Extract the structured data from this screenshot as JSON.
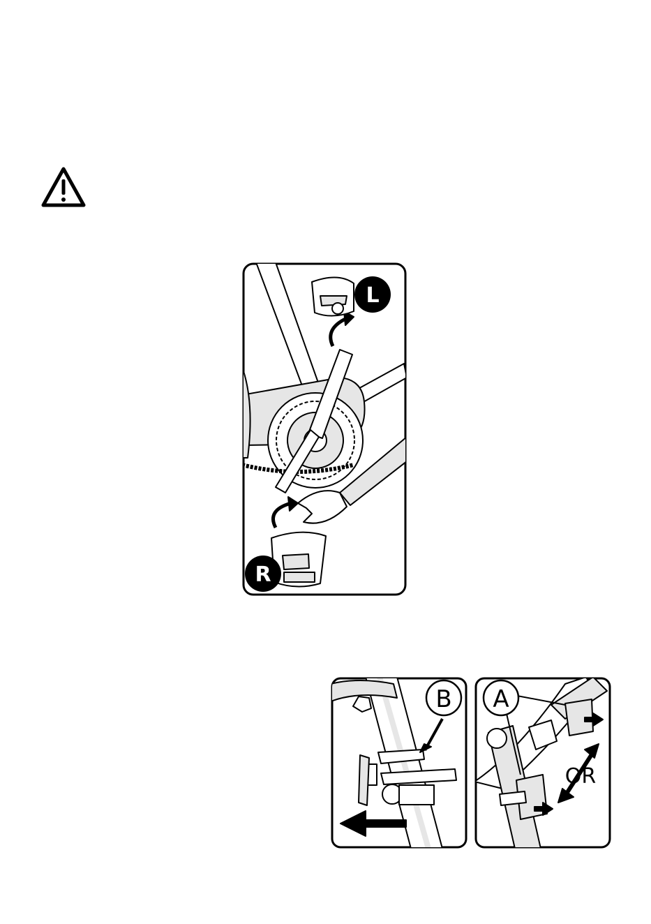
{
  "warning": {
    "icon": "warning-triangle-icon"
  },
  "pedal_figure": {
    "left_label": "L",
    "right_label": "R"
  },
  "reflector_figure": {
    "panel_b_label": "B",
    "panel_a_label": "A",
    "or_label": "OR"
  },
  "colors": {
    "ink": "#000000",
    "frame_fill": "#e6e6e6",
    "paper": "#ffffff"
  }
}
